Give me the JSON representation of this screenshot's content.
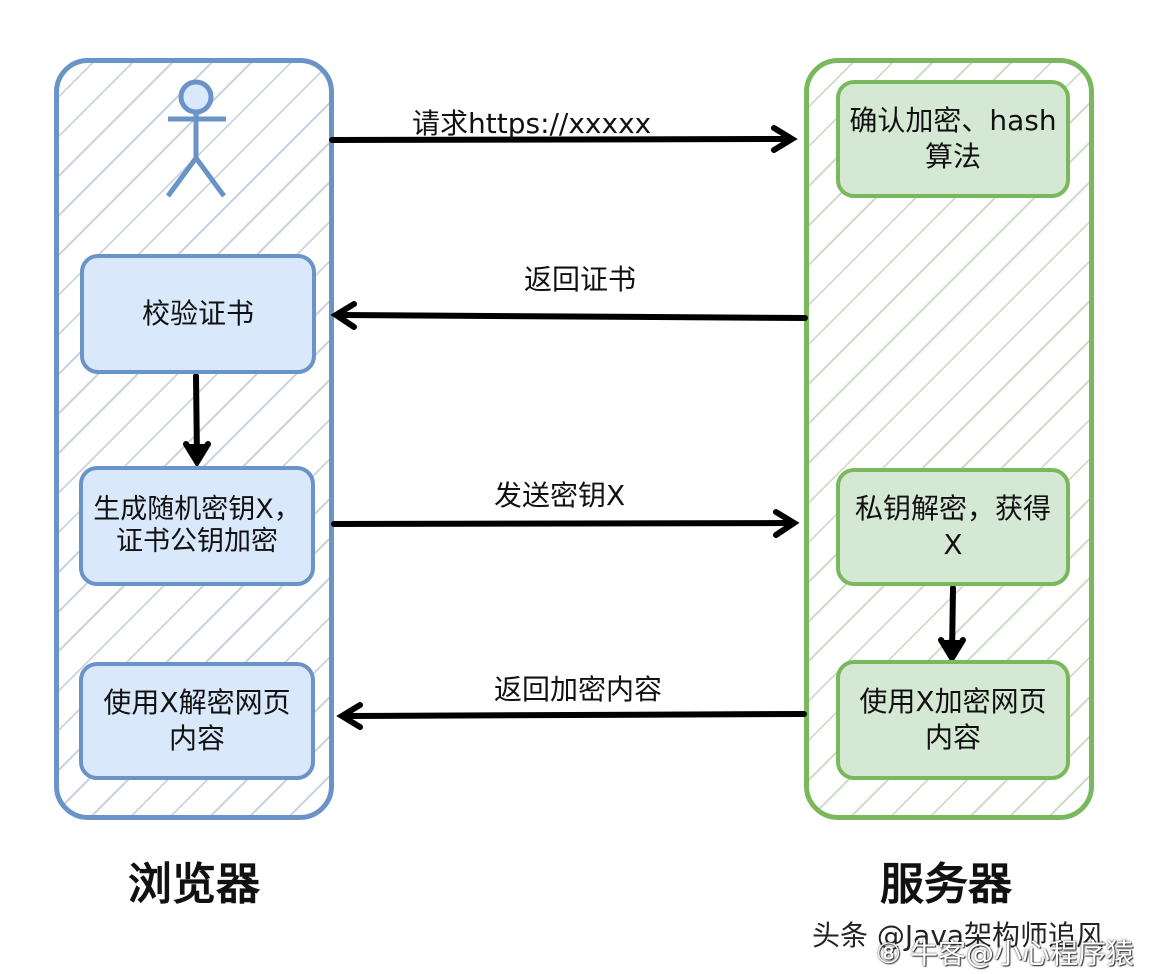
{
  "diagram": {
    "title": "HTTPS handshake flow",
    "lanes": {
      "browser": {
        "label": "浏览器",
        "color": "#6a93c8",
        "fill": "#dae8fc"
      },
      "server": {
        "label": "服务器",
        "color": "#7ab85e",
        "fill": "#d5e8d4"
      }
    },
    "actor": {
      "icon": "stick-figure-user-icon"
    },
    "browser_steps": [
      {
        "text": "校验证书"
      },
      {
        "text": "生成随机密钥X，证书公钥加密"
      },
      {
        "text": "使用X解密网页内容"
      }
    ],
    "server_steps": [
      {
        "text": "确认加密、hash算法"
      },
      {
        "text": "私钥解密，获得X"
      },
      {
        "text": "使用X加密网页内容"
      }
    ],
    "messages": [
      {
        "label": "请求https://xxxxx",
        "from": "browser",
        "to": "server"
      },
      {
        "label": "返回证书",
        "from": "server",
        "to": "browser"
      },
      {
        "label": "发送密钥X",
        "from": "browser",
        "to": "server"
      },
      {
        "label": "返回加密内容",
        "from": "server",
        "to": "browser"
      }
    ],
    "internal_flows": [
      {
        "lane": "browser",
        "from": "校验证书",
        "to": "生成随机密钥X，证书公钥加密"
      },
      {
        "lane": "server",
        "from": "私钥解密，获得X",
        "to": "使用X加密网页内容"
      }
    ]
  },
  "watermarks": [
    "头条 @Java架构师追风",
    "⑧ 牛客@小心程序猿"
  ]
}
